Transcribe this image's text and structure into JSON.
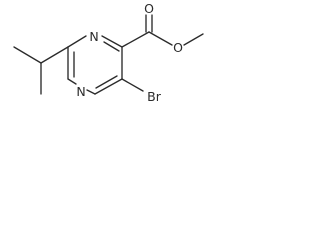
{
  "diagram": {
    "type": "skeletal-structure",
    "atoms": {
      "n_top": "N",
      "n_bottom": "N",
      "o_carbonyl": "O",
      "o_ester": "O",
      "br": "Br"
    },
    "colors": {
      "bond": "#2b2b2b",
      "label": "#2b2b2b",
      "background": "#ffffff"
    }
  }
}
